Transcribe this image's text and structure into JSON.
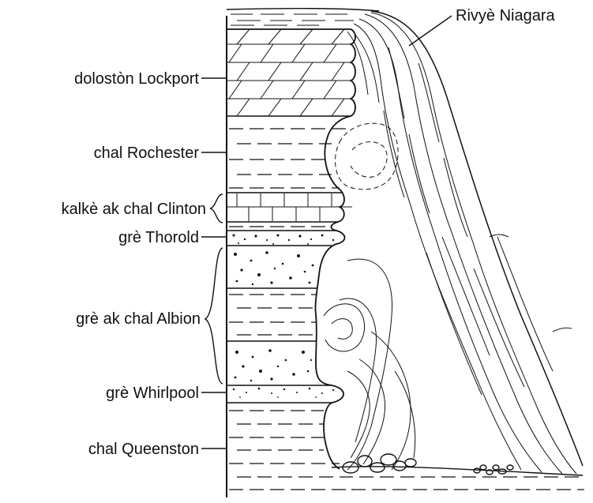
{
  "colors": {
    "ink": "#111111",
    "background": "#ffffff"
  },
  "labels": {
    "river": "Rivyè Niagara",
    "lockport": "dolostòn Lockport",
    "rochester": "chal Rochester",
    "clinton": "kalkè ak chal Clinton",
    "thorold": "grè Thorold",
    "albion": "grè ak chal Albion",
    "whirlpool": "grè Whirlpool",
    "queenston": "chal Queenston"
  }
}
